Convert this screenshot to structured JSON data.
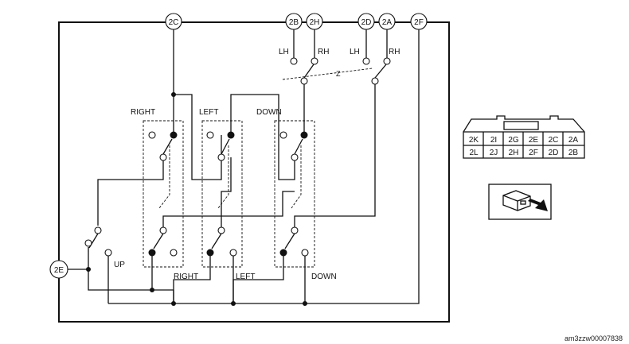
{
  "terminals": {
    "t2C": "2C",
    "t2B": "2B",
    "t2H": "2H",
    "t2D": "2D",
    "t2A": "2A",
    "t2F": "2F",
    "t2E": "2E"
  },
  "labels": {
    "lh1": "LH",
    "rh1": "RH",
    "lh2": "LH",
    "rh2": "RH",
    "right_top": "RIGHT",
    "left_top": "LEFT",
    "down_top": "DOWN",
    "up": "UP",
    "right_bottom": "RIGHT",
    "left_bottom": "LEFT",
    "down_bottom": "DOWN"
  },
  "connector_pins": {
    "row1": [
      "2K",
      "2I",
      "2G",
      "2E",
      "2C",
      "2A"
    ],
    "row2": [
      "2L",
      "2J",
      "2H",
      "2F",
      "2D",
      "2B"
    ]
  },
  "reference_code": "am3zzw00007838"
}
